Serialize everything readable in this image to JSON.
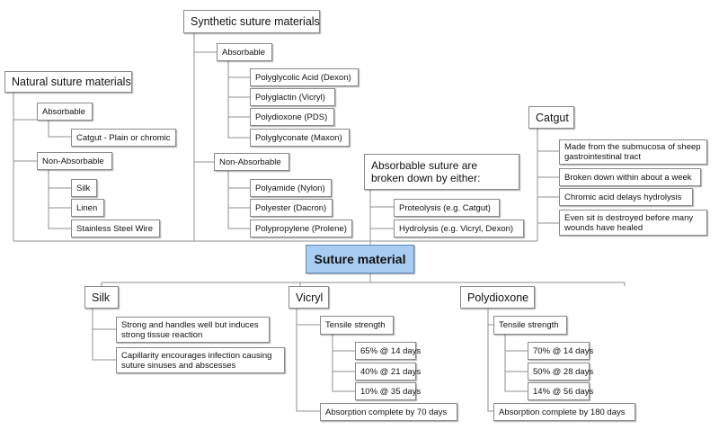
{
  "root": "Suture material",
  "natural": {
    "title": "Natural suture materials",
    "absorbable": {
      "label": "Absorbable",
      "items": [
        "Catgut - Plain or chromic"
      ]
    },
    "non_absorbable": {
      "label": "Non-Absorbable",
      "items": [
        "Silk",
        "Linen",
        "Stainless Steel Wire"
      ]
    }
  },
  "synthetic": {
    "title": "Synthetic suture materials",
    "absorbable": {
      "label": "Absorbable",
      "items": [
        "Polyglycolic Acid (Dexon)",
        "Polyglactin (Vicryl)",
        "Polydioxone (PDS)",
        "Polyglyconate (Maxon)"
      ]
    },
    "non_absorbable": {
      "label": "Non-Absorbable",
      "items": [
        "Polyamide (Nylon)",
        "Polyester (Dacron)",
        "Polypropylene (Prolene)"
      ]
    }
  },
  "breakdown": {
    "title": "Absorbable suture are broken down by either:",
    "items": [
      "Proteolysis (e.g. Catgut)",
      "Hydrolysis (e.g. Vicryl, Dexon)"
    ]
  },
  "catgut": {
    "title": "Catgut",
    "items": [
      "Made from the submucosa of sheep gastrointestinal tract",
      "Broken down within about a week",
      "Chromic acid delays hydrolysis",
      "Even sit is destroyed before many wounds have healed"
    ]
  },
  "silk": {
    "title": "Silk",
    "items": [
      "Strong and handles well but induces strong tissue reaction",
      "Capillarity encourages infection causing suture sinuses and abscesses"
    ]
  },
  "vicryl": {
    "title": "Vicryl",
    "tensile": {
      "label": "Tensile strength",
      "items": [
        "65% @ 14 days",
        "40% @ 21 days",
        "10% @ 35 days"
      ]
    },
    "absorption": "Absorption complete by 70 days"
  },
  "polydioxone": {
    "title": "Polydioxone",
    "tensile": {
      "label": "Tensile strength",
      "items": [
        "70% @ 14 days",
        "50% @ 28 days",
        "14% @ 56 days"
      ]
    },
    "absorption": "Absorption complete by 180 days"
  }
}
